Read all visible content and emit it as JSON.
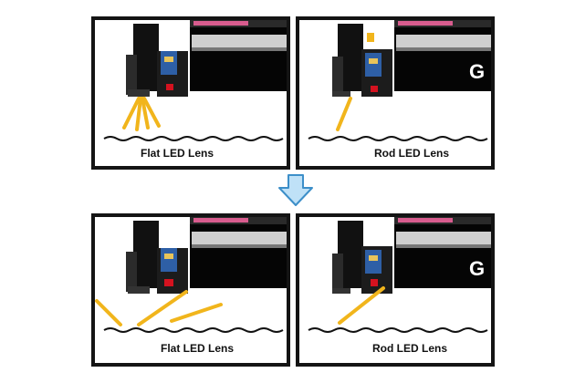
{
  "labels": {
    "top_left": "Flat LED Lens",
    "top_right": "Rod LED Lens",
    "bottom_left": "Flat LED Lens",
    "bottom_right": "Rod LED Lens",
    "printer_mark": "G"
  },
  "colors": {
    "panel_frame": "#141414",
    "light_beam": "#f1b51c",
    "arrow_fill": "#bfe1f7",
    "arrow_stroke": "#3d8fc9",
    "led_red": "#d4121f"
  },
  "icons": {
    "transition": "down-arrow-icon"
  }
}
